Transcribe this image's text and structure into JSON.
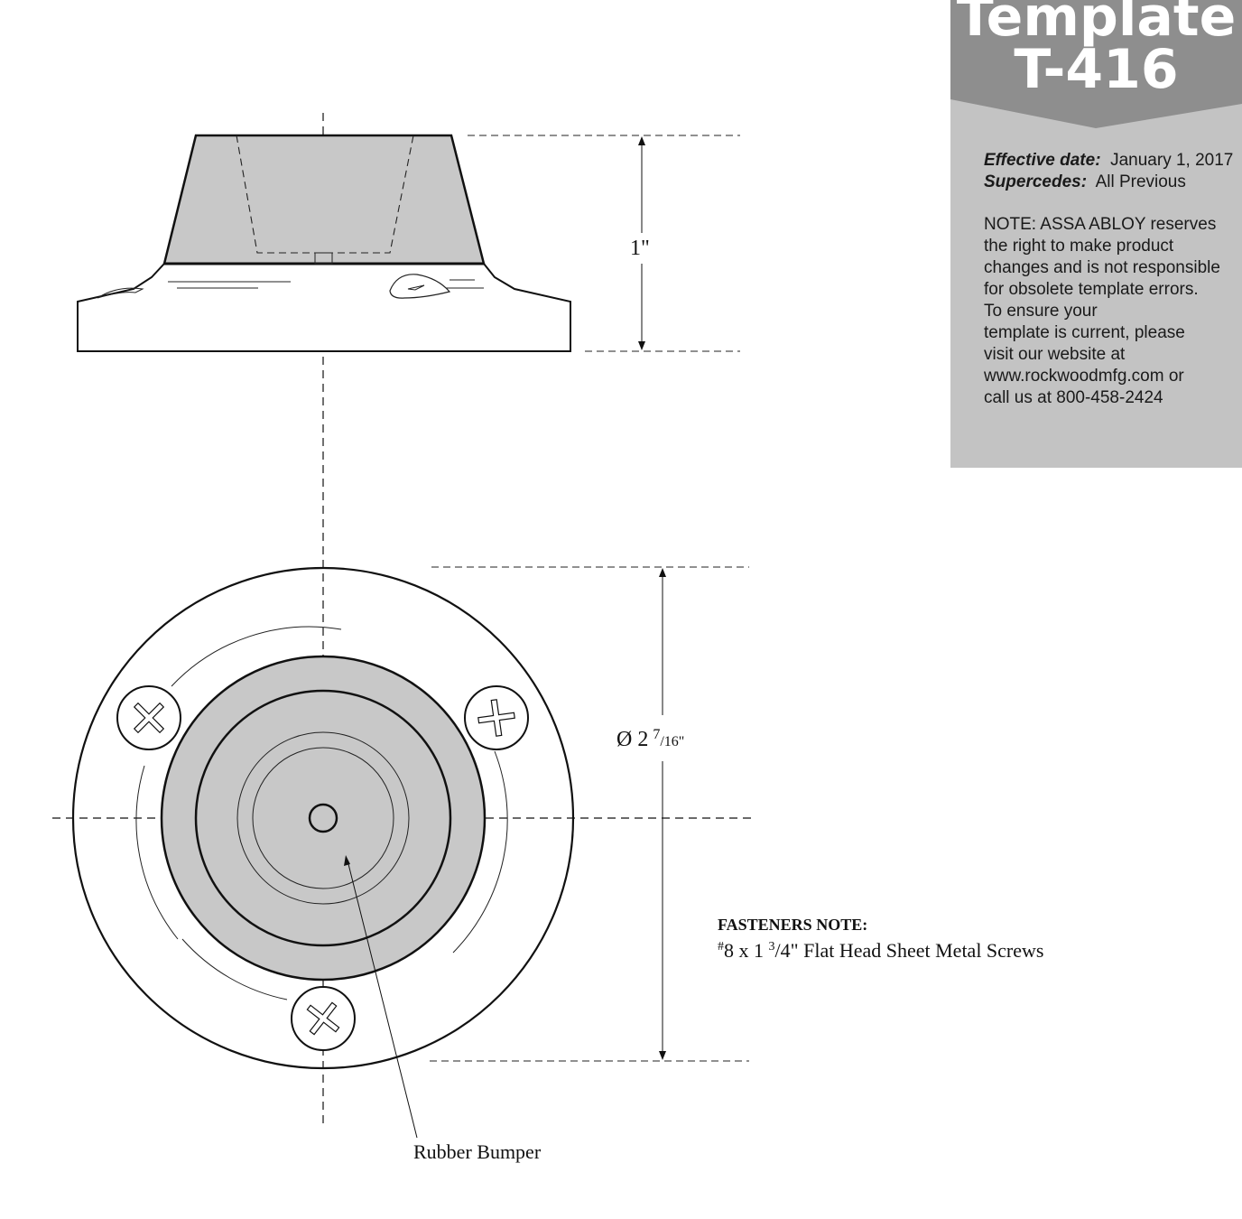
{
  "badge": {
    "title_line1": "Template",
    "title_line2": "T-416",
    "effective_label": "Effective date:",
    "effective_value": "January 1, 2017",
    "supersedes_label": "Supercedes:",
    "supersedes_value": "All Previous",
    "note_lines": [
      "NOTE: ASSA ABLOY reserves",
      "the right to make product",
      "changes and is not responsible",
      "for obsolete template errors.",
      "To ensure your",
      "template is current, please",
      "visit our website at",
      "www.rockwoodmfg.com or",
      "call us at 800-458-2424"
    ]
  },
  "dimensions": {
    "height": "1\"",
    "diameter_prefix": "Ø 2",
    "diameter_num": "7",
    "diameter_den": "/16\""
  },
  "labels": {
    "rubber_bumper": "Rubber Bumper"
  },
  "fasteners": {
    "heading": "FASTENERS NOTE:",
    "hash": "#",
    "line_a": "8 x 1 ",
    "frac_num": "3",
    "line_b": "/4\" Flat Head Sheet Metal Screws"
  },
  "colors": {
    "rubber_fill": "#c8c8c8",
    "badge_bg": "#c3c3c3",
    "badge_head": "#8e8e8e",
    "line": "#111111"
  }
}
